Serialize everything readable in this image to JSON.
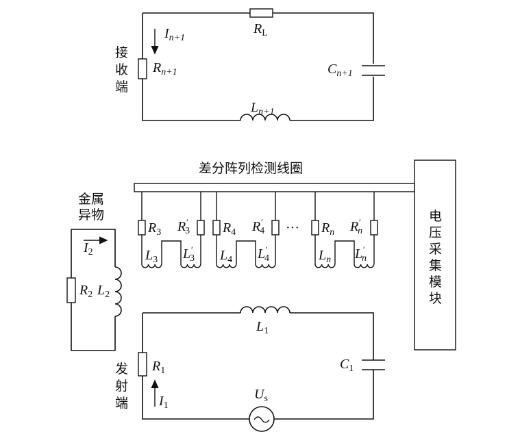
{
  "receiver": {
    "side_label": [
      "接",
      "收",
      "端"
    ],
    "current": "I",
    "current_sub": "n+1",
    "load_resistor": "R",
    "load_resistor_sub": "L",
    "resistor": "R",
    "resistor_sub": "n+1",
    "capacitor": "C",
    "capacitor_sub": "n+1",
    "inductor": "L",
    "inductor_sub": "n+1"
  },
  "array": {
    "title": "差分阵列检测线圈",
    "dots": "···",
    "coils": [
      {
        "r": "R",
        "r_sub": "3",
        "rp": "R",
        "rp_sub": "3",
        "l": "L",
        "l_sub": "3",
        "lp": "L",
        "lp_sub": "3"
      },
      {
        "r": "R",
        "r_sub": "4",
        "rp": "R",
        "rp_sub": "4",
        "l": "L",
        "l_sub": "4",
        "lp": "L",
        "lp_sub": "4"
      },
      {
        "r": "R",
        "r_sub": "n",
        "rp": "R",
        "rp_sub": "n",
        "l": "L",
        "l_sub": "n",
        "lp": "L",
        "lp_sub": "n"
      }
    ]
  },
  "foreign_metal": {
    "label_line1": "金属",
    "label_line2": "异物",
    "current": "I",
    "current_sub": "2",
    "resistor": "R",
    "resistor_sub": "2",
    "inductor": "L",
    "inductor_sub": "2"
  },
  "voltage_module": {
    "label": [
      "电",
      "压",
      "采",
      "集",
      "模",
      "块"
    ]
  },
  "transmitter": {
    "side_label": [
      "发",
      "射",
      "端"
    ],
    "current": "I",
    "current_sub": "1",
    "resistor": "R",
    "resistor_sub": "1",
    "inductor": "L",
    "inductor_sub": "1",
    "capacitor": "C",
    "capacitor_sub": "1",
    "source": "U",
    "source_sub": "s"
  }
}
